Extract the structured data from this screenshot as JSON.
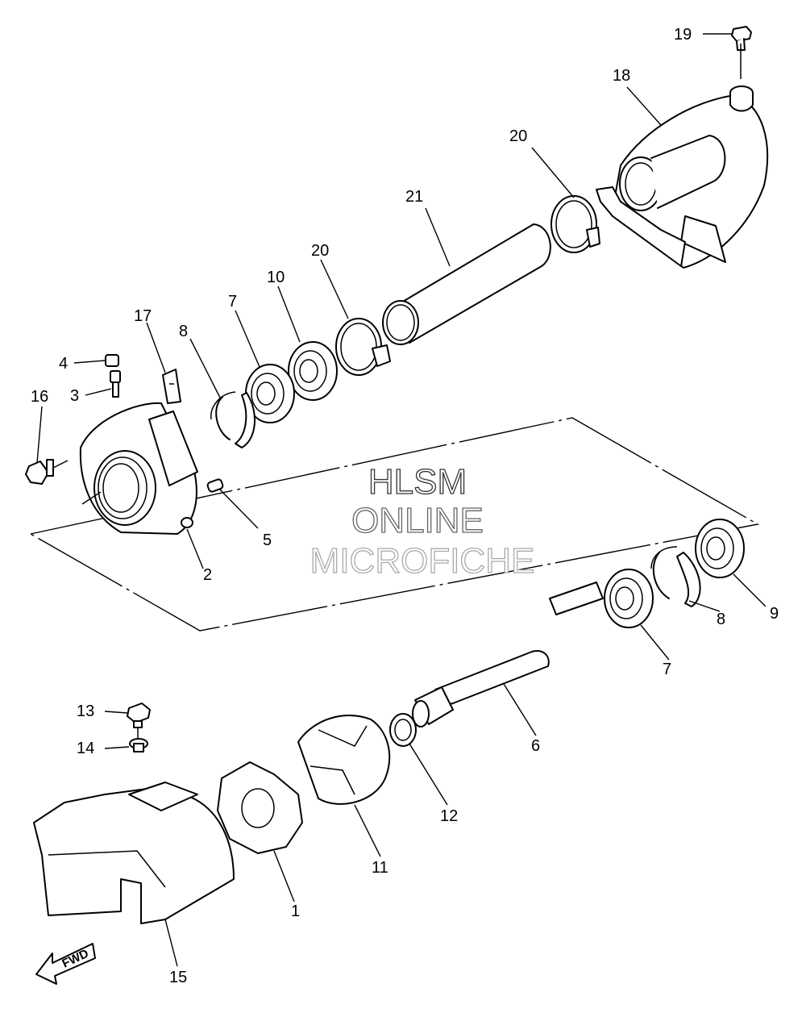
{
  "watermark": {
    "line1": "HLSM",
    "line2": "ONLINE",
    "line3": "MICROFICHE"
  },
  "direction_arrow": "FWD",
  "callouts": [
    {
      "id": "c1",
      "label": "1"
    },
    {
      "id": "c2",
      "label": "2"
    },
    {
      "id": "c3",
      "label": "3"
    },
    {
      "id": "c4",
      "label": "4"
    },
    {
      "id": "c5",
      "label": "5"
    },
    {
      "id": "c6",
      "label": "6"
    },
    {
      "id": "c7a",
      "label": "7"
    },
    {
      "id": "c7b",
      "label": "7"
    },
    {
      "id": "c8a",
      "label": "8"
    },
    {
      "id": "c8b",
      "label": "8"
    },
    {
      "id": "c9",
      "label": "9"
    },
    {
      "id": "c10",
      "label": "10"
    },
    {
      "id": "c11",
      "label": "11"
    },
    {
      "id": "c12",
      "label": "12"
    },
    {
      "id": "c13",
      "label": "13"
    },
    {
      "id": "c14",
      "label": "14"
    },
    {
      "id": "c15",
      "label": "15"
    },
    {
      "id": "c16",
      "label": "16"
    },
    {
      "id": "c17",
      "label": "17"
    },
    {
      "id": "c18",
      "label": "18"
    },
    {
      "id": "c19",
      "label": "19"
    },
    {
      "id": "c20a",
      "label": "20"
    },
    {
      "id": "c20b",
      "label": "20"
    },
    {
      "id": "c21",
      "label": "21"
    }
  ],
  "colors": {
    "line": "#000000",
    "background": "#ffffff",
    "watermark_outline_dark": "#333333",
    "watermark_outline_light": "#aaaaaa"
  }
}
